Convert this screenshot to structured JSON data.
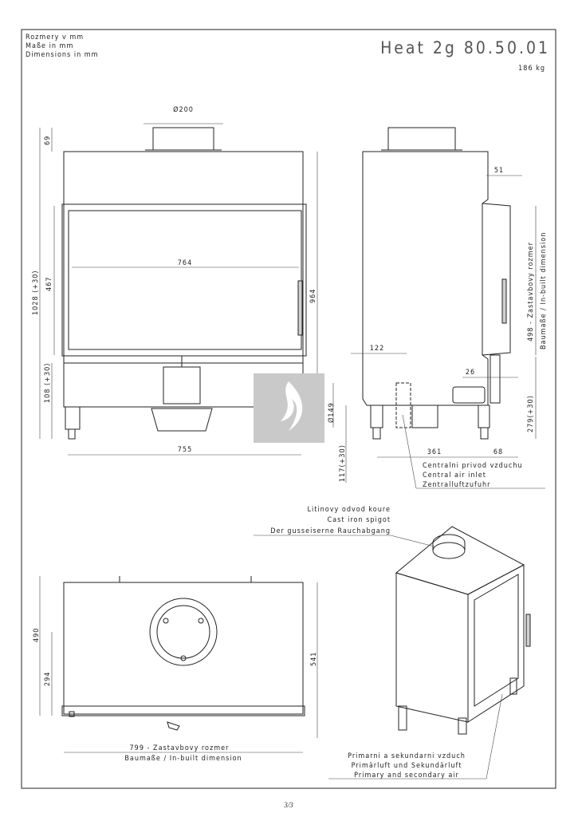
{
  "header": {
    "units": [
      "Rozmery v mm",
      "Maße in mm",
      "Dimensions in mm"
    ],
    "title": "Heat 2g 80.50.01",
    "weight": "186 kg"
  },
  "front_view": {
    "flue_diameter": "Ø200",
    "dim_top": "69",
    "dim_total_height": "1028 (+30)",
    "dim_glass_height": "467",
    "dim_bottom": "108 (+30)",
    "dim_right_height": "964",
    "dim_glass_width": "764",
    "dim_width": "755"
  },
  "side_view": {
    "dim_51": "51",
    "dim_inbuilt_label": "498 - Zastavbovy rozmer",
    "dim_inbuilt_label2": "Baumaße / In-built dimension",
    "dim_122": "122",
    "dim_26": "26",
    "air_diameter": "Ø149",
    "dim_279": "279(+30)",
    "dim_117": "117(+30)",
    "dim_361": "361",
    "dim_68": "68",
    "air_inlet": [
      "Centralni privod vzduchu",
      "Central air inlet",
      "Zentralluftzufuhr"
    ]
  },
  "top_view": {
    "dim_490": "490",
    "dim_294": "294",
    "dim_541": "541",
    "inbuilt": [
      "799 - Zastavbovy rozmer",
      "Baumaße / In-built dimension"
    ]
  },
  "iso_view": {
    "spigot": [
      "Litinovy odvod koure",
      "Cast iron spigot",
      "Der gusseiserne Rauchabgang"
    ],
    "air": [
      "Primarni a sekundarni vzduch",
      "Primärluft und Sekundärluft",
      "Primary and secondary air"
    ]
  },
  "footer": {
    "page": "3/3"
  }
}
